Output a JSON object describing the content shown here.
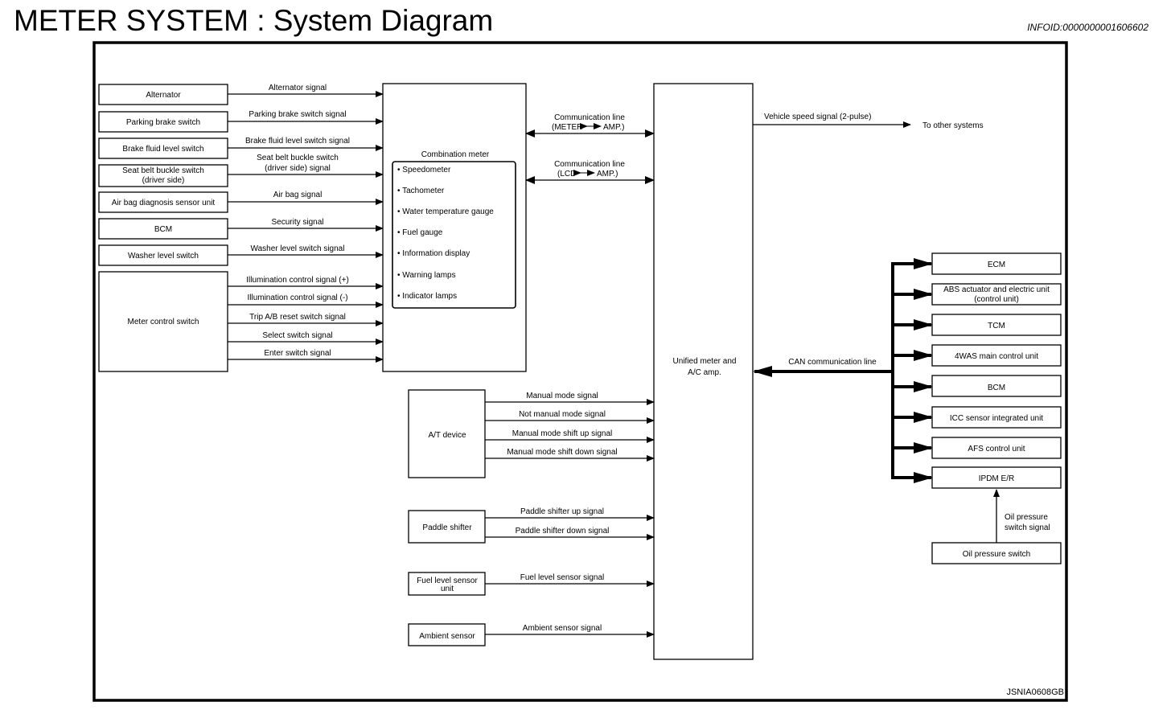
{
  "header": {
    "title": "METER SYSTEM : System Diagram",
    "info_id": "INFOID:0000000001606602"
  },
  "figure_code": "JSNIA0608GB",
  "left_inputs": [
    {
      "box": [
        "Alternator"
      ],
      "signal": [
        "Alternator signal"
      ]
    },
    {
      "box": [
        "Parking brake switch"
      ],
      "signal": [
        "Parking brake switch signal"
      ]
    },
    {
      "box": [
        "Brake fluid level switch"
      ],
      "signal": [
        "Brake fluid level switch signal"
      ]
    },
    {
      "box": [
        "Seat belt buckle switch",
        "(driver side)"
      ],
      "signal": [
        "Seat belt buckle switch",
        "(driver side) signal"
      ]
    },
    {
      "box": [
        "Air bag diagnosis sensor unit"
      ],
      "signal": [
        "Air bag signal"
      ]
    },
    {
      "box": [
        "BCM"
      ],
      "signal": [
        "Security signal"
      ]
    },
    {
      "box": [
        "Washer level switch"
      ],
      "signal": [
        "Washer level switch signal"
      ]
    }
  ],
  "meter_control_switch": {
    "label": "Meter control switch",
    "signals": [
      "Illumination control signal (+)",
      "Illumination control signal (-)",
      "Trip A/B reset switch signal",
      "Select switch signal",
      "Enter switch signal"
    ]
  },
  "combination_meter": {
    "title": "Combination meter",
    "items": [
      "Speedometer",
      "Tachometer",
      "Water temperature gauge",
      "Fuel gauge",
      "Information display",
      "Warning lamps",
      "Indicator lamps"
    ]
  },
  "communication_lines": [
    {
      "title": "Communication line",
      "left": "METER",
      "right": "AMP."
    },
    {
      "title": "Communication line",
      "left": "LCD",
      "right": "AMP."
    }
  ],
  "unified_meter": [
    "Unified meter and",
    "A/C amp."
  ],
  "at_device": {
    "label": "A/T device",
    "signals": [
      "Manual mode signal",
      "Not manual mode signal",
      "Manual mode shift up signal",
      "Manual mode shift down signal"
    ]
  },
  "paddle_shifter": {
    "label": "Paddle shifter",
    "signals": [
      "Paddle shifter up signal",
      "Paddle shifter down signal"
    ]
  },
  "fuel_level_sensor": {
    "label": [
      "Fuel level sensor",
      "unit"
    ],
    "signal": "Fuel level sensor signal"
  },
  "ambient_sensor": {
    "label": "Ambient sensor",
    "signal": "Ambient sensor signal"
  },
  "vehicle_speed": {
    "signal": "Vehicle speed signal (2-pulse)",
    "destination": "To other systems"
  },
  "can_line": "CAN communication line",
  "can_units": [
    [
      "ECM"
    ],
    [
      "ABS actuator and electric unit",
      "(control unit)"
    ],
    [
      "TCM"
    ],
    [
      "4WAS main control unit"
    ],
    [
      "BCM"
    ],
    [
      "ICC sensor integrated unit"
    ],
    [
      "AFS control unit"
    ],
    [
      "IPDM E/R"
    ]
  ],
  "oil_pressure": {
    "signal": [
      "Oil pressure",
      "switch signal"
    ],
    "switch": "Oil pressure switch"
  }
}
